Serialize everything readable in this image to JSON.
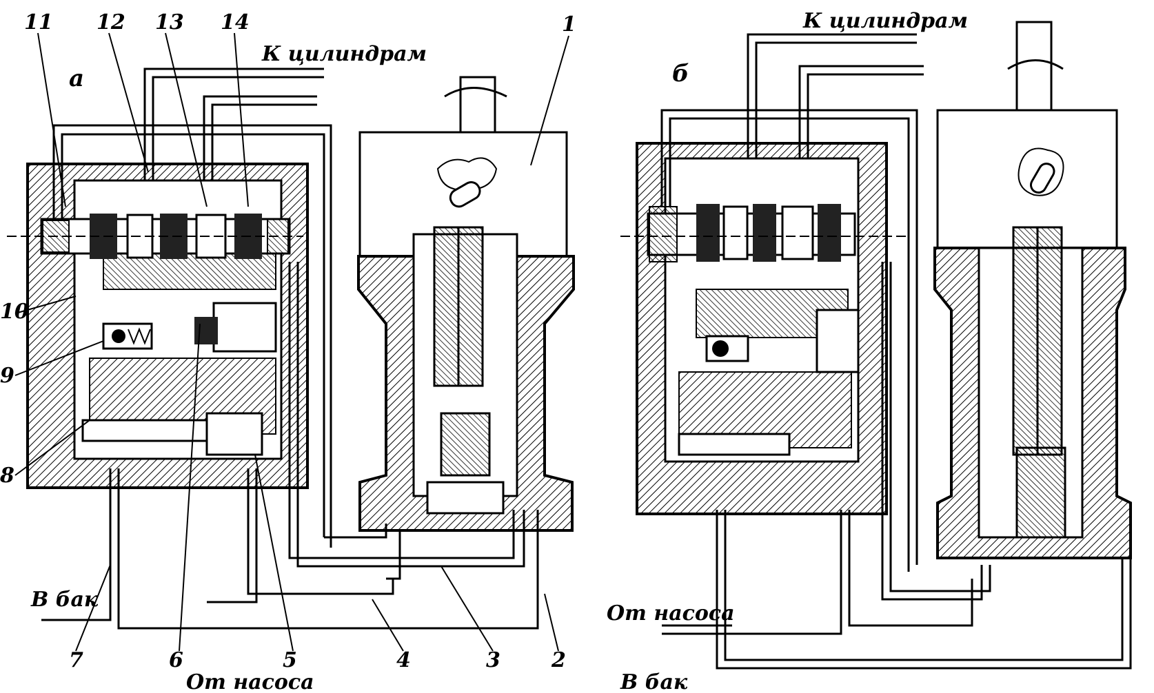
{
  "panel_a": {
    "letter": "а",
    "to_cylinders": "К цилиндрам",
    "to_tank": "В бак",
    "from_pump": "От насоса",
    "numbers": [
      "1",
      "2",
      "3",
      "4",
      "5",
      "6",
      "7",
      "8",
      "9",
      "10",
      "11",
      "12",
      "13",
      "14"
    ]
  },
  "panel_b": {
    "letter": "б",
    "to_cylinders": "К цилиндрам",
    "from_pump": "От насоса",
    "to_tank": "В бак"
  }
}
